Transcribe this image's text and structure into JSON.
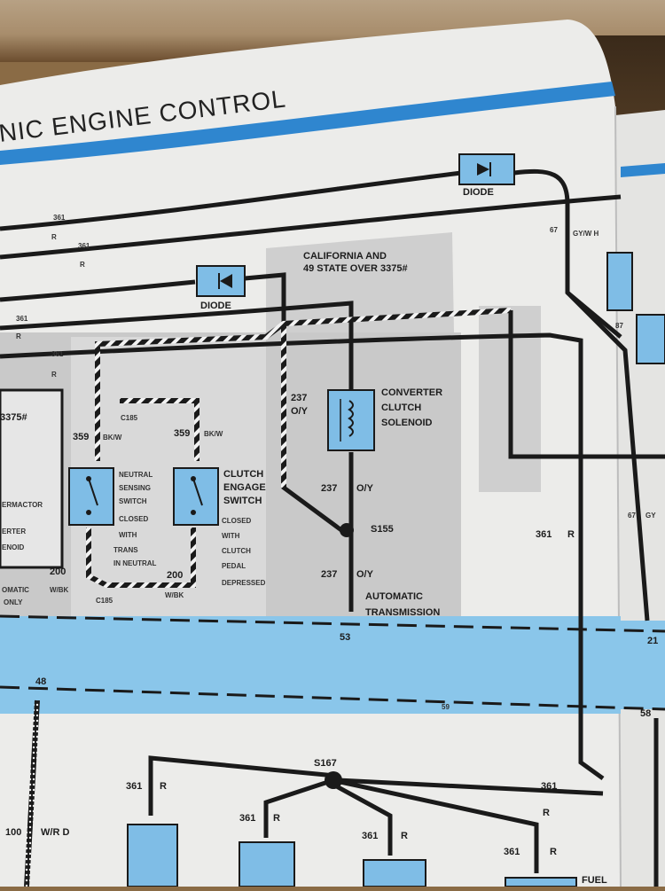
{
  "header": {
    "title": "NIC ENGINE CONTROL"
  },
  "diodes": [
    "DIODE",
    "DIODE"
  ],
  "notes": {
    "california": "CALIFORNIA AND",
    "state": "49 STATE OVER 3375#",
    "state_short": "3375#"
  },
  "wires": {
    "w361": "361",
    "r": "R",
    "w237": "237",
    "oy": "O/Y",
    "w359": "359",
    "bkw": "BK/W",
    "w200": "200",
    "wbk": "W/BK",
    "w67": "67",
    "gywh": "GY/W H",
    "gy": "GY",
    "w100": "100",
    "wrd": "W/R D",
    "w48": "48",
    "w53": "53",
    "w21": "21",
    "w58": "58",
    "w87": "87",
    "w59": "59"
  },
  "connectors": {
    "c185": "C185"
  },
  "splices": {
    "s155": "S155",
    "s167": "S167"
  },
  "components": {
    "converter": [
      "CONVERTER",
      "CLUTCH",
      "SOLENOID"
    ],
    "neutral": [
      "NEUTRAL",
      "SENSING",
      "SWITCH"
    ],
    "neutral_note": [
      "CLOSED",
      "WITH",
      "TRANS",
      "IN NEUTRAL"
    ],
    "clutch": [
      "CLUTCH",
      "ENGAGE",
      "SWITCH"
    ],
    "clutch_note": [
      "CLOSED",
      "WITH",
      "CLUTCH",
      "PEDAL",
      "DEPRESSED"
    ],
    "auto": [
      "AUTOMATIC",
      "TRANSMISSION"
    ],
    "left_cut": [
      "ERMACTOR",
      "ERTER",
      "ENOID"
    ],
    "left_cut_bottom": [
      "OMATIC",
      "ONLY"
    ],
    "fuel": "FUEL"
  },
  "colors": {
    "accent_blue": "#2f86cf",
    "band_blue": "#8ac6ea",
    "component_blue": "#7fbde6",
    "paper": "#ececea",
    "shade": "#c9c9c9",
    "wire": "#1a1a1a"
  }
}
